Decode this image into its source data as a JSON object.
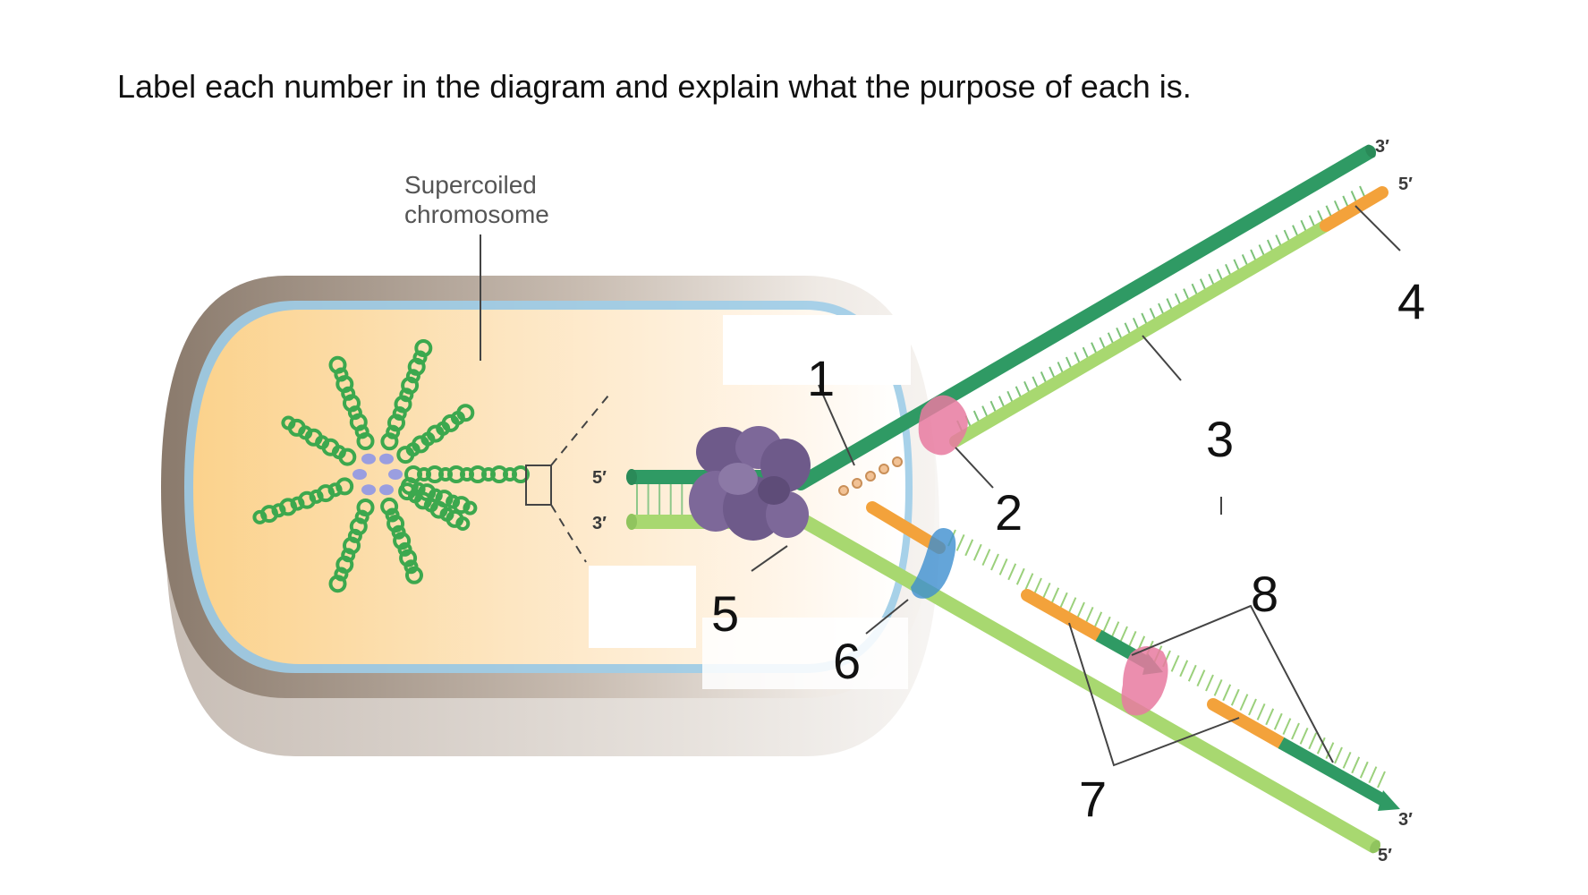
{
  "question": "Label each number in the diagram and explain what the purpose of each is.",
  "chromosome_caption": [
    "Supercoiled",
    "chromosome"
  ],
  "strand_ends": {
    "left_top": "5′",
    "left_bottom": "3′",
    "upper_top": "3′",
    "upper_bottom": "5′",
    "lower_top": "3′",
    "lower_bottom": "5′"
  },
  "labels": [
    "1",
    "2",
    "3",
    "4",
    "5",
    "6",
    "7",
    "8"
  ],
  "colors": {
    "dark_green": "#2f9a64",
    "light_green": "#a8d870",
    "orange": "#f3a23b",
    "pink": "#e87aa0",
    "blue": "#3d8fd0",
    "purple": "#6e5a8a",
    "membrane_blue": "#9ecde8",
    "cell_wall": "#8a7a6c"
  }
}
